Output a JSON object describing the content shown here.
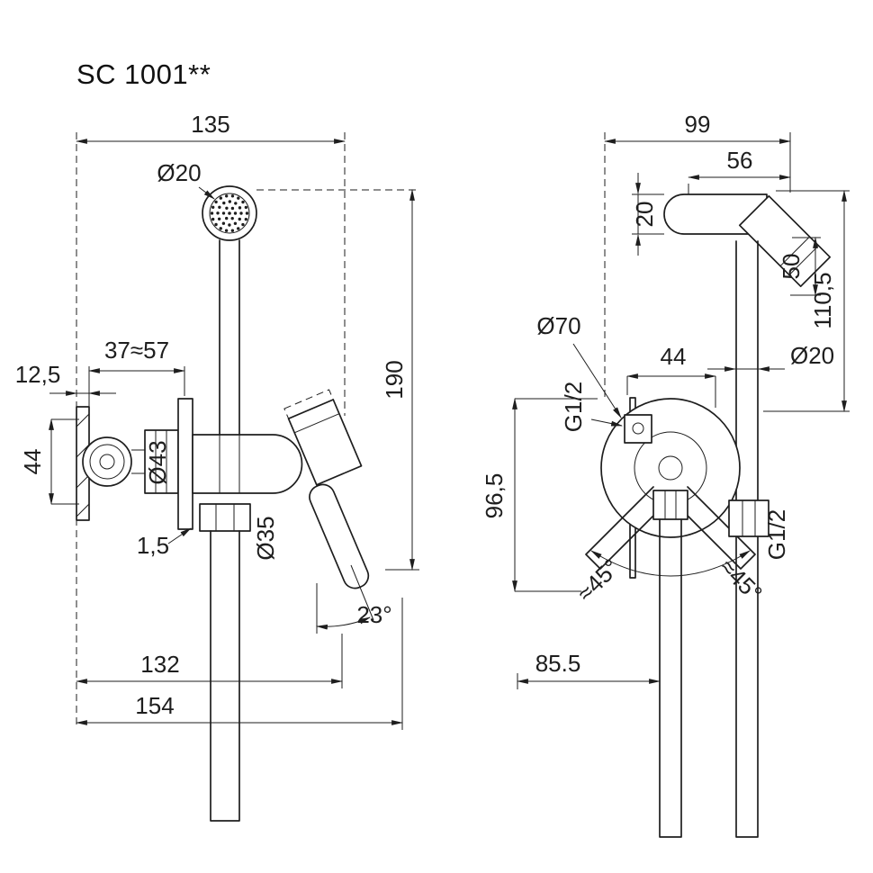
{
  "title": "SC 1001**",
  "colors": {
    "ink": "#1e1e1e",
    "background": "#ffffff"
  },
  "front": {
    "dims": {
      "width_top": "135",
      "spray_head_diameter": "Ø20",
      "wall_offset_range": "37≈57",
      "plate_offset": "12,5",
      "inlet_height": "44",
      "rosette_diameter": "Ø43",
      "rosette_gap": "1,5",
      "body_diameter": "Ø35",
      "total_height": "190",
      "handle_angle": "23°",
      "width_to_handle": "132",
      "width_total": "154"
    }
  },
  "side": {
    "dims": {
      "depth_total": "99",
      "head_length": "56",
      "head_diameter": "20",
      "head_drop": "50",
      "head_height": "110,5",
      "rosette_diameter": "Ø70",
      "inlet_thread": "G1/2",
      "body_depth": "44",
      "tube_diameter": "Ø20",
      "drop_height": "96,5",
      "swivel_left": "≈45°",
      "swivel_right": "≈45°",
      "outlet_thread": "G1/2",
      "hose_offset": "85.5"
    }
  }
}
